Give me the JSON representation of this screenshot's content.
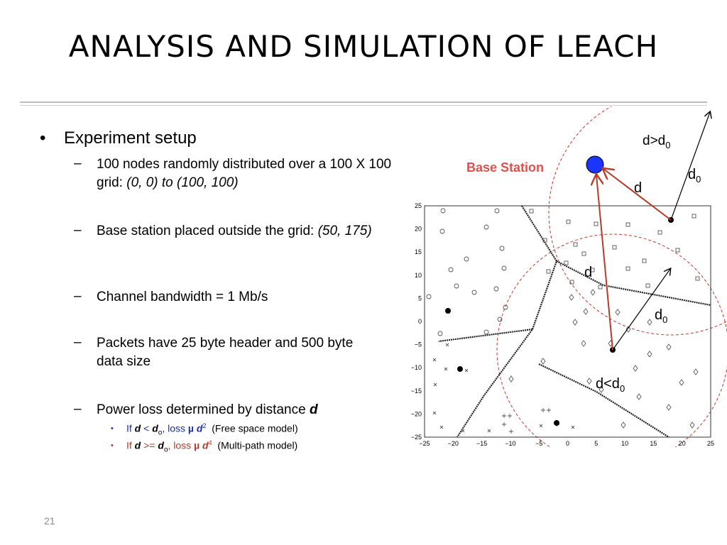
{
  "slide": {
    "title": "ANALYSIS AND SIMULATION OF LEACH",
    "bullet": "Experiment setup",
    "items": [
      {
        "pre": "100 nodes randomly distributed over a 100 X 100 grid: ",
        "em": "(0, 0) to (100, 100)"
      },
      {
        "pre": "Base station placed outside the grid: ",
        "em": "(50, 175)"
      },
      {
        "pre": "Channel bandwidth = 1 Mb/s",
        "em": ""
      },
      {
        "pre": "Packets have 25 byte header and 500 byte data size",
        "em": ""
      },
      {
        "pre": "Power loss determined by distance ",
        "em": "d"
      }
    ],
    "sub_items": [
      {
        "if": "If ",
        "d": "d",
        "cmp": " < ",
        "d0": "d",
        "d0sub": "o",
        "loss": ", loss ",
        "mu": "µ",
        "dd": " d",
        "exp": "2",
        "note": "(Free space model)"
      },
      {
        "if": "If ",
        "d": "d",
        "cmp": " >= ",
        "d0": "d",
        "d0sub": "o",
        "loss": ", loss ",
        "mu": "µ",
        "dd": " d",
        "exp": "4",
        "note": "(Multi-path model)"
      }
    ],
    "page_number": "21"
  },
  "colors": {
    "blue_text": "#1a2eb0",
    "red_text": "#b73a2a",
    "base_station": "#1a35ff",
    "circle": "#c0392b"
  },
  "figure": {
    "base_station_label": "Base Station",
    "labels": {
      "far": "d>d",
      "far_sub": "0",
      "d0_top": "d",
      "d0_top_sub": "0",
      "d_top": "d",
      "d_mid": "d",
      "d0_mid": "d",
      "d0_mid_sub": "0",
      "near": "d<d",
      "near_sub": "0"
    },
    "x_ticks": [
      "−25",
      "−20",
      "−15",
      "−10",
      "−5",
      "0",
      "5",
      "10",
      "15",
      "20",
      "25"
    ],
    "y_ticks": [
      "25",
      "20",
      "15",
      "10",
      "5",
      "0",
      "−5",
      "−10",
      "−15",
      "−20",
      "−25"
    ]
  }
}
